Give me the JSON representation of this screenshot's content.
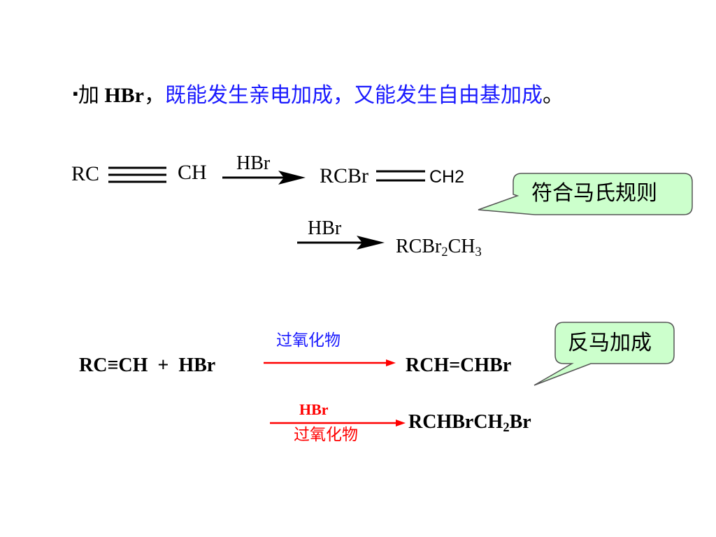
{
  "heading": {
    "bullet": "▪",
    "prefix": "加 ",
    "reagent": "HBr",
    "comma": "，",
    "description": "既能发生亲电加成，又能发生自由基加成",
    "period": "。"
  },
  "electrophilic": {
    "reactant_left": "RC",
    "reactant_right": "CH",
    "step1_reagent": "HBr",
    "product1_left": "RCBr",
    "product1_right_base": "CH",
    "product1_right_sub": "2",
    "step2_reagent": "HBr",
    "product2": {
      "a": "RCBr",
      "a_sub": "2",
      "b": "CH",
      "b_sub": "3"
    },
    "callout": "符合马氏规则"
  },
  "radical": {
    "reactant": "RC≡CH  +  HBr",
    "condition": "过氧化物",
    "product1": "RCH=CHBr",
    "callout": "反马加成",
    "step2_reagent": "HBr",
    "step2_condition": "过氧化物",
    "product2": {
      "a": "RCHBrCH",
      "a_sub": "2",
      "b": "Br"
    }
  },
  "colors": {
    "blue_text": "#1a1aff",
    "red": "#ff0000",
    "callout_fill": "#ccffcc",
    "callout_border": "#555555"
  }
}
